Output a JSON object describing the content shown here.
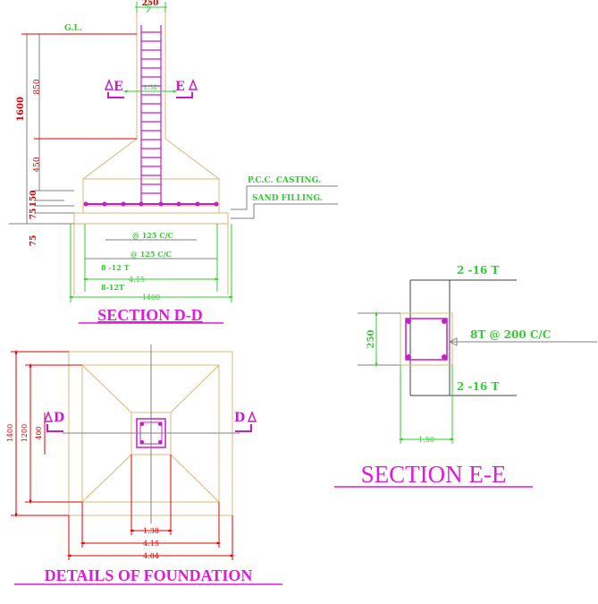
{
  "colors": {
    "background": "#ffffff",
    "outline": "#d9b77a",
    "rebar": "#c81cc8",
    "dimension": "#2fcf2f",
    "red_dim": "#e00000",
    "leader": "#808080",
    "title": "#e01ad8"
  },
  "section_dd": {
    "title": "SECTION  D-D",
    "column_width": "250",
    "gl_label": "G.L.",
    "dim_1600": "1600",
    "dim_850": "850",
    "dim_450": "450",
    "dim_150": "150",
    "dim_75a": "75",
    "dim_75b": "75",
    "marker_e_left": "E",
    "marker_e_right": "E",
    "column_dim": "1.38",
    "pcc_label": "P.C.C. CASTING.",
    "sand_label": "SAND FILLING.",
    "bar_top": "@ 125 C/C",
    "bar_bottom": "@ 125 C/C",
    "bar_8_12a": "8 -12 T",
    "bar_8_12b": "8-12T",
    "dim_415": "4.15",
    "dim_1400": "1400"
  },
  "section_ee": {
    "title": "SECTION  E-E",
    "top_bars": "2 -16 T",
    "bottom_bars": "2 -16 T",
    "stirrups": "8T @ 200 C/C",
    "dim_250": "250",
    "dim_150": "1.50"
  },
  "foundation": {
    "title": "DETAILS  OF  FOUNDATION",
    "dim_1400": "1400",
    "dim_1200": "1200",
    "dim_400": "400",
    "marker_d_left": "D",
    "marker_d_right": "D",
    "dim_138": "1.38",
    "dim_415": "4.15",
    "dim_484": "4.84"
  }
}
